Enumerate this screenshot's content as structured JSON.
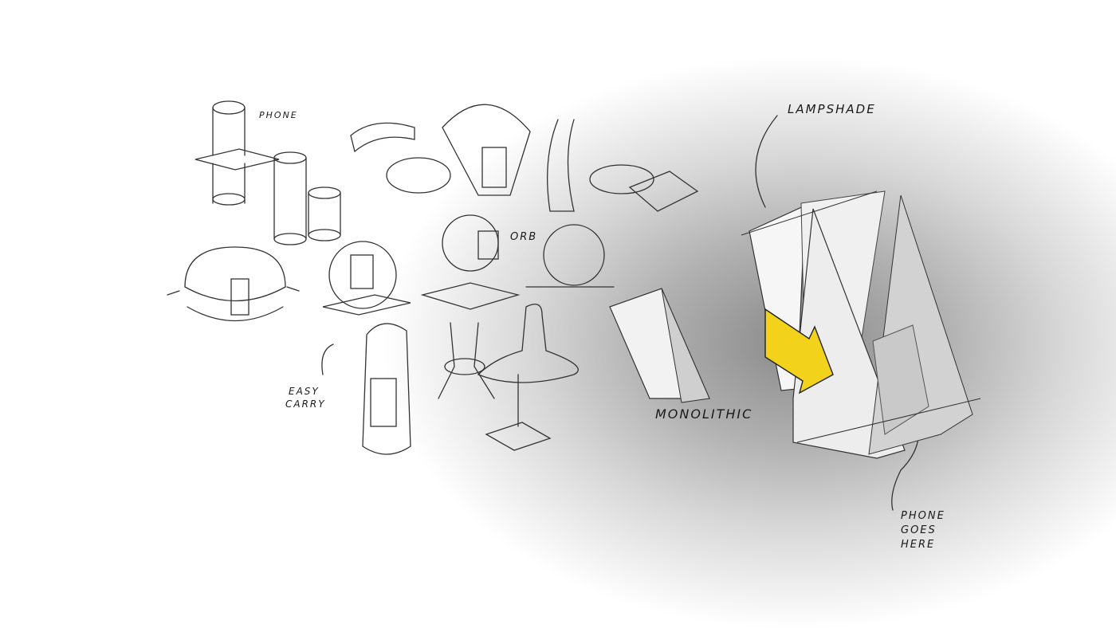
{
  "labels": {
    "phone": "PHONE",
    "orb": "ORB",
    "easy_carry_1": "EASY",
    "easy_carry_2": "CARRY",
    "lampshade": "LAMPSHADE",
    "monolithic": "MONOLITHIC",
    "phone_goes_here_1": "PHONE",
    "phone_goes_here_2": "GOES",
    "phone_goes_here_3": "HERE"
  },
  "colors": {
    "accent_yellow": "#f2d21b",
    "ink": "#1a1a1a"
  }
}
